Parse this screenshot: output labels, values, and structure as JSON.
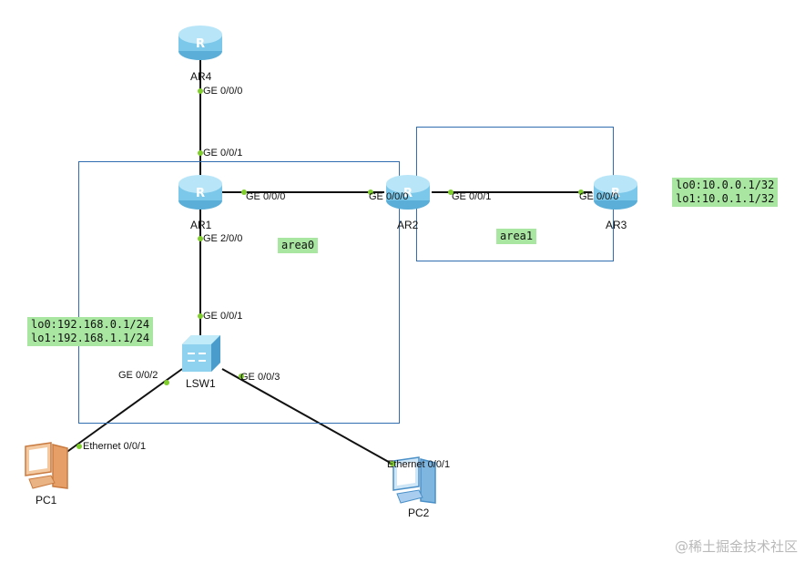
{
  "areas": {
    "area0": "area0",
    "area1": "area1"
  },
  "devices": {
    "ar4": "AR4",
    "ar1": "AR1",
    "ar2": "AR2",
    "ar3": "AR3",
    "lsw1": "LSW1",
    "pc1": "PC1",
    "pc2": "PC2"
  },
  "ports": {
    "ar4_ge000": "GE 0/0/0",
    "ar1_ge001": "GE 0/0/1",
    "ar1_ge000": "GE 0/0/0",
    "ar1_ge200": "GE 2/0/0",
    "ar2_ge000": "GE 0/0/0",
    "ar2_ge001": "GE 0/0/1",
    "ar3_ge000": "GE 0/0/0",
    "lsw1_ge001": "GE 0/0/1",
    "lsw1_ge002": "GE 0/0/2",
    "lsw1_ge003": "GE 0/0/3",
    "pc1_eth": "Ethernet 0/0/1",
    "pc2_eth": "Ethernet 0/0/1"
  },
  "loopbacks": {
    "ar3": [
      "lo0:10.0.0.1/32",
      "lo1:10.0.1.1/32"
    ],
    "ar1": [
      "lo0:192.168.0.1/24",
      "lo1:192.168.1.1/24"
    ]
  },
  "watermark": "@稀土掘金技术社区",
  "icons": {
    "router": "router-icon",
    "switch": "switch-icon",
    "pc": "pc-icon"
  },
  "colors": {
    "area_border": "#2f6db0",
    "label_bg": "#a9e6a1",
    "port_dot": "#7fce2c",
    "router_body": "#7cc8ea",
    "pc1_body": "#e6a067",
    "pc2_body": "#7fb6e0"
  }
}
